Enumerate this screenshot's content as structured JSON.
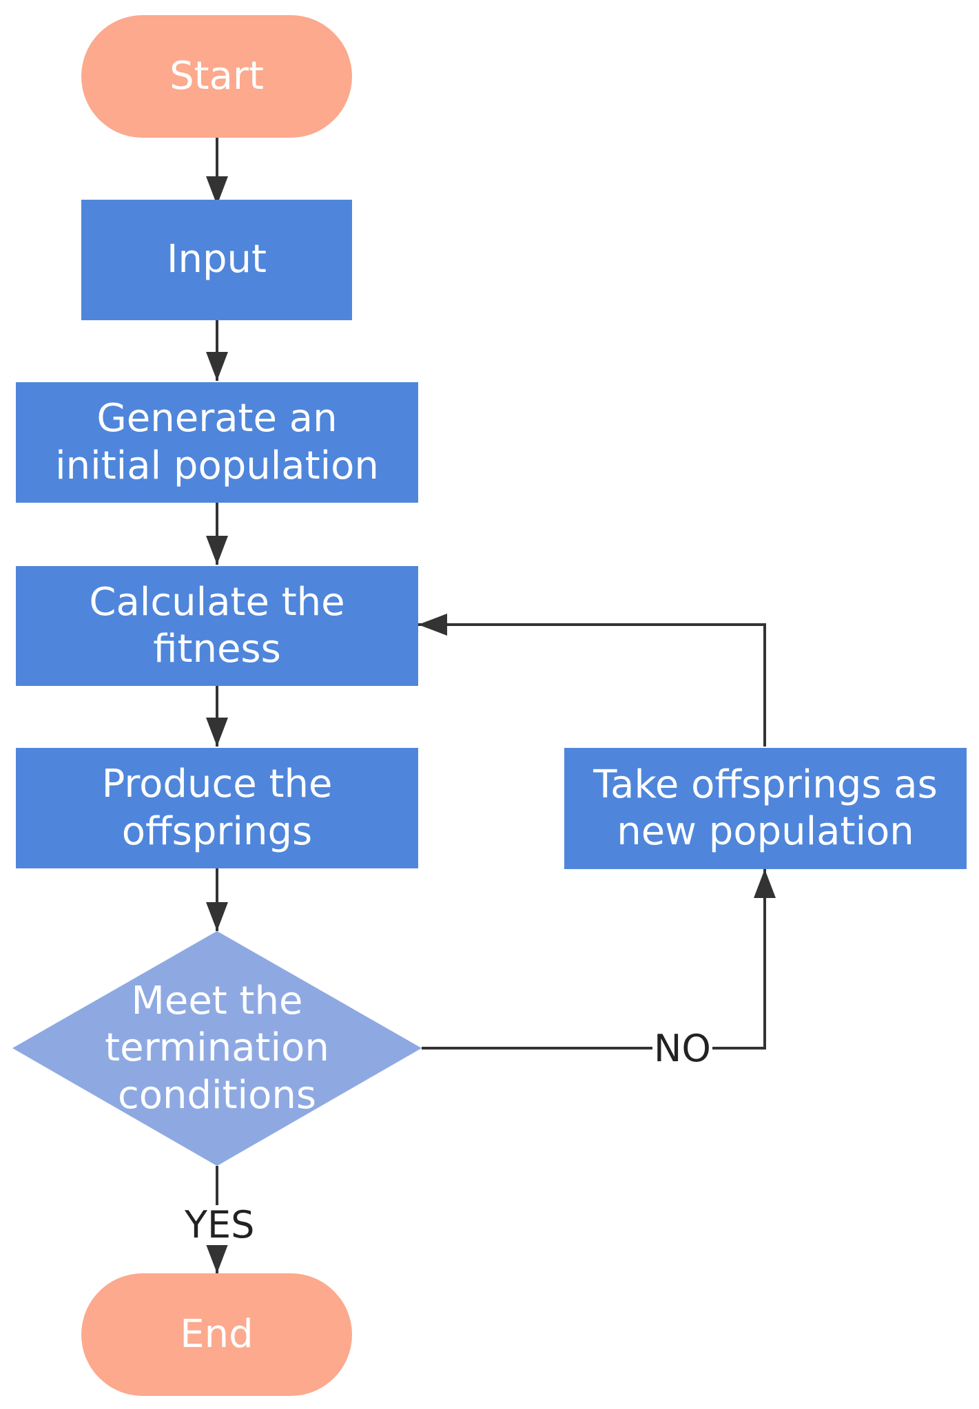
{
  "colors": {
    "terminal_fill": "#FCA98D",
    "process_fill": "#4F86DB",
    "decision_fill": "#8EA9E2",
    "arrow": "#333333",
    "node_text": "#FFFFFF"
  },
  "nodes": {
    "start": "Start",
    "input": "Input",
    "generate": "Generate an\ninitial population",
    "calculate": "Calculate the\nfitness",
    "produce": "Produce the\noffsprings",
    "decision": "Meet the\ntermination\nconditions",
    "take": "Take offsprings as\nnew population",
    "end": "End"
  },
  "edge_labels": {
    "no": "NO",
    "yes": "YES"
  }
}
